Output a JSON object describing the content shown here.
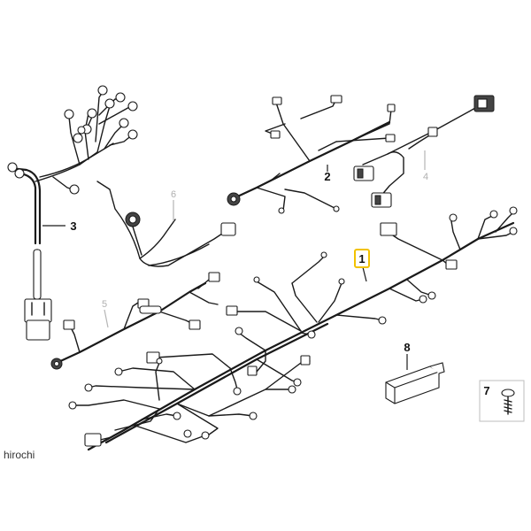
{
  "callouts": {
    "c1": "1",
    "c2": "2",
    "c3": "3",
    "c4": "4",
    "c5": "5",
    "c6": "6",
    "c7": "7",
    "c8": "8"
  },
  "watermark": "hirochi",
  "colors": {
    "highlight": "#f2c200",
    "line": "#1a1a1a",
    "ghost": "#b5b5b5"
  }
}
